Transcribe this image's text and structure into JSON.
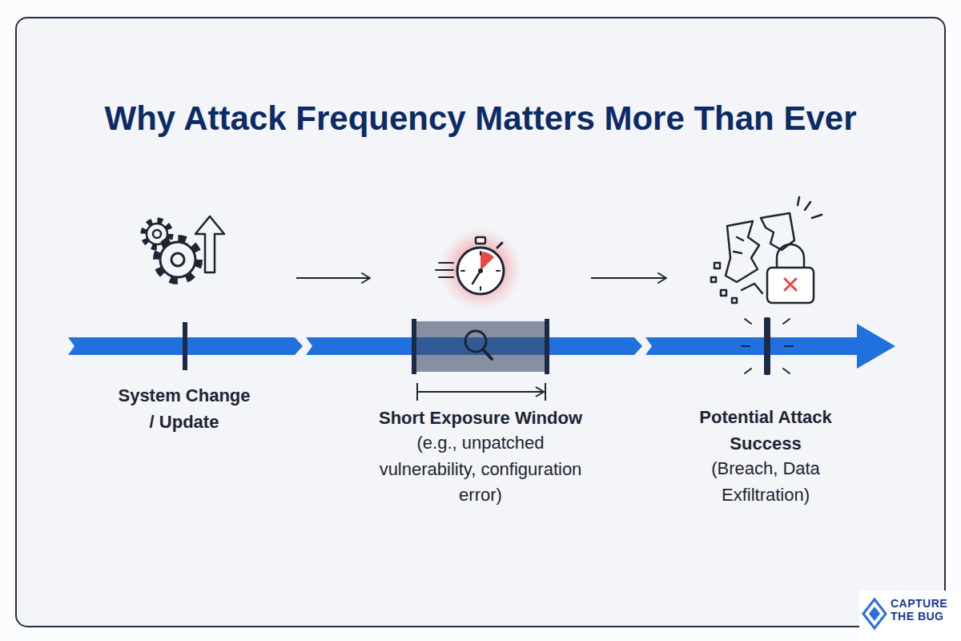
{
  "diagram": {
    "title": "Why Attack Frequency Matters More Than Ever",
    "nodes": [
      {
        "text": [
          "System Change / Update"
        ]
      },
      {
        "text": [
          "Short Exposure Window",
          "(e.g., unpatched vulnerability, configuration error)"
        ]
      },
      {
        "text": [
          "Potential Attack Success",
          "(Breach, Data Exfiltration)"
        ]
      }
    ],
    "edges": [
      {
        "from": 0,
        "to": 1,
        "arrow": "to"
      },
      {
        "from": 1,
        "to": 2,
        "arrow": "to"
      }
    ],
    "labels": [
      "CAPTURE THE BUG"
    ]
  }
}
